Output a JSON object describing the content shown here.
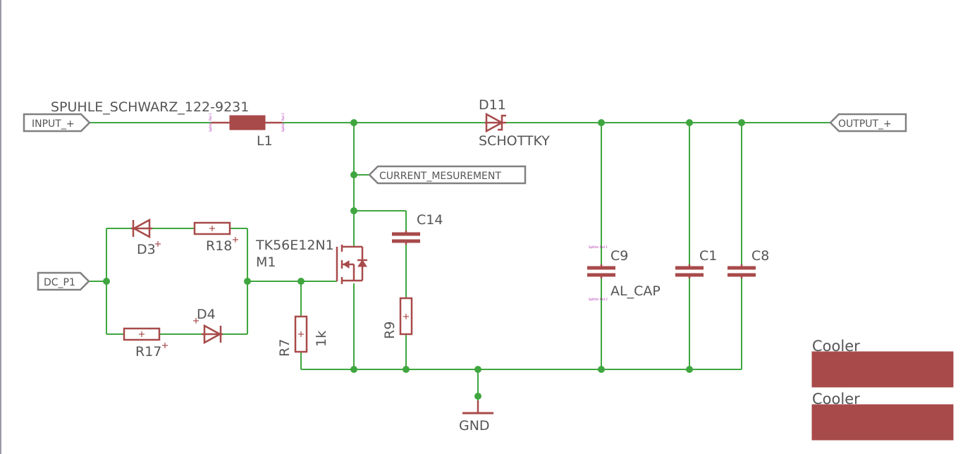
{
  "ports": {
    "input": "INPUT_+",
    "output": "OUTPUT_+",
    "current": "CURRENT_MESUREMENT",
    "dc": "DC_P1"
  },
  "components": {
    "inductor_name": "SPUHLE_SCHWARZ_122-9231",
    "inductor_ref": "L1",
    "diode_ref": "D11",
    "diode_value": "SCHOTTKY",
    "mosfet_value": "TK56E12N1",
    "mosfet_ref": "M1",
    "cap_c14": "C14",
    "cap_c9": "C9",
    "cap_c9_value": "AL_CAP",
    "cap_c1": "C1",
    "cap_c8": "C8",
    "diode_d3": "D3",
    "diode_d4": "D4",
    "res_r18": "R18",
    "res_r17": "R17",
    "res_r7": "R7",
    "res_r7_value": "1k",
    "res_r9": "R9",
    "ground": "GND"
  },
  "pin_labels": {
    "pin1": "Splitter Pad 1",
    "pin2": "Splitter Pad 2"
  },
  "coolers": [
    "Cooler",
    "Cooler"
  ],
  "colors": {
    "wire": "#3fa63f",
    "component": "#a84a4a",
    "text": "#555555",
    "port_border": "#808080",
    "pin_label": "#b02fb0"
  }
}
